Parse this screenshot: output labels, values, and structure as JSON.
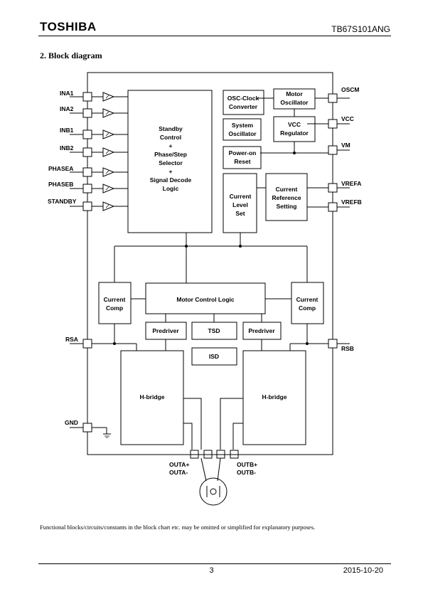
{
  "header": {
    "logo": "TOSHIBA",
    "part_number": "TB67S101ANG"
  },
  "section_title": "2. Block diagram",
  "pins_left": [
    "INA1",
    "INA2",
    "INB1",
    "INB2",
    "PHASEA",
    "PHASEB",
    "STANDBY",
    "RSA",
    "GND"
  ],
  "pins_right": [
    "OSCM",
    "VCC",
    "VM",
    "VREFA",
    "VREFB",
    "RSB"
  ],
  "outputs": {
    "a_plus": "OUTA+",
    "a_minus": "OUTA-",
    "b_plus": "OUTB+",
    "b_minus": "OUTB-"
  },
  "blocks": {
    "standby_control": [
      "Standby",
      "Control",
      "+",
      "Phase/Step",
      "Selector",
      "+",
      "Signal Decode",
      "Logic"
    ],
    "osc_clock": [
      "OSC-Clock",
      "Converter"
    ],
    "motor_osc": [
      "Motor",
      "Oscillator"
    ],
    "system_osc": [
      "System",
      "Oscillator"
    ],
    "vcc_reg": [
      "VCC",
      "Regulator"
    ],
    "power_on_reset": [
      "Power-on",
      "Reset"
    ],
    "current_level_set": [
      "Current",
      "Level",
      "Set"
    ],
    "current_ref": [
      "Current",
      "Reference",
      "Setting"
    ],
    "current_comp_left": [
      "Current",
      "Comp"
    ],
    "current_comp_right": [
      "Current",
      "Comp"
    ],
    "motor_control_logic": "Motor Control Logic",
    "predriver_left": "Predriver",
    "predriver_right": "Predriver",
    "tsd": "TSD",
    "isd": "ISD",
    "hbridge_left": "H-bridge",
    "hbridge_right": "H-bridge"
  },
  "footnote": "Functional blocks/circuits/constants in the block chart etc. may be omitted or simplified for explanatory purposes.",
  "footer": {
    "page": "3",
    "date": "2015-10-20"
  }
}
